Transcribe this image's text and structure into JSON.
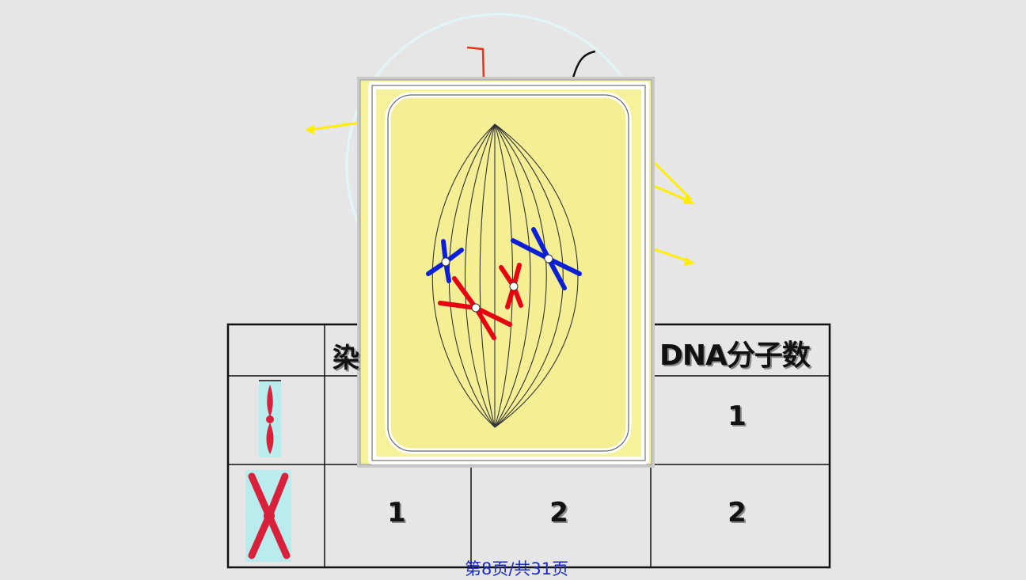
{
  "table": {
    "header_col1": "染",
    "header_col3": "DNA分子数",
    "row1": {
      "col3": "1"
    },
    "row2": {
      "col1": "1",
      "col2": "2",
      "col3": "2"
    }
  },
  "footer": {
    "page_text": "第8页/共31页"
  },
  "colors": {
    "background": "#e6e6e6",
    "cell_fill": "#f4ef94",
    "chromosome_red": "#e60012",
    "chromosome_blue": "#0a1fd6",
    "arrow_yellow": "#ffee00",
    "footer_text": "#1a2cc8"
  }
}
